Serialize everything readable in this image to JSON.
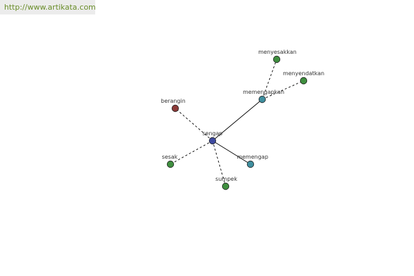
{
  "header": {
    "source_url": "http://www.artikata.com"
  },
  "colors": {
    "center": "#3e4aa0",
    "synonym": "#3f8f3f",
    "related": "#8c3a38",
    "intermediate": "#3f8f9f",
    "edge": "#000000"
  },
  "graph": {
    "nodes": [
      {
        "id": "sengap",
        "label": "sengap",
        "kind": "center"
      },
      {
        "id": "memengapkan",
        "label": "memengapkan",
        "kind": "intermediate"
      },
      {
        "id": "memengap",
        "label": "memengap",
        "kind": "intermediate"
      },
      {
        "id": "berangin",
        "label": "berangin",
        "kind": "related"
      },
      {
        "id": "sesak",
        "label": "sesak",
        "kind": "synonym"
      },
      {
        "id": "sumpek",
        "label": "sumpek",
        "kind": "synonym"
      },
      {
        "id": "menyesakkan",
        "label": "menyesakkan",
        "kind": "synonym"
      },
      {
        "id": "menyendatkan",
        "label": "menyendatkan",
        "kind": "synonym"
      }
    ],
    "edges": [
      {
        "from": "sengap",
        "to": "memengapkan",
        "style": "solid"
      },
      {
        "from": "sengap",
        "to": "memengap",
        "style": "solid"
      },
      {
        "from": "sengap",
        "to": "berangin",
        "style": "dashed"
      },
      {
        "from": "sengap",
        "to": "sesak",
        "style": "dashed"
      },
      {
        "from": "sengap",
        "to": "sumpek",
        "style": "dashed"
      },
      {
        "from": "memengapkan",
        "to": "menyesakkan",
        "style": "dashed"
      },
      {
        "from": "memengapkan",
        "to": "menyendatkan",
        "style": "dashed"
      }
    ]
  }
}
